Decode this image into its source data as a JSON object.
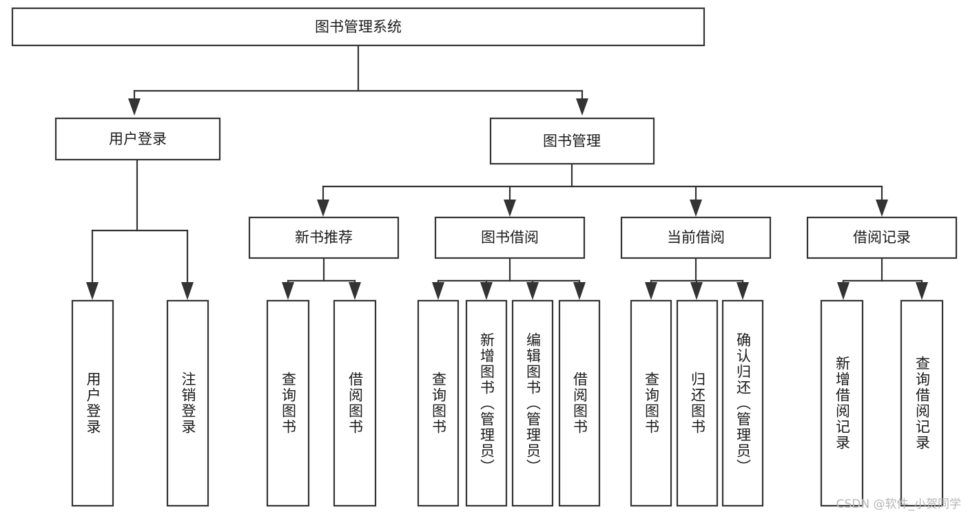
{
  "diagram": {
    "type": "tree",
    "title": "图书管理系统",
    "watermark": "CSDN @软件_小贺同学",
    "colors": {
      "box_stroke": "#333333",
      "box_fill": "#ffffff",
      "text": "#1a1a1a",
      "background": "#ffffff",
      "watermark": "#b6b6b6"
    },
    "levels": {
      "root": {
        "label": "图书管理系统"
      },
      "level2": [
        {
          "label": "用户登录"
        },
        {
          "label": "图书管理"
        }
      ],
      "level3": [
        {
          "label": "新书推荐"
        },
        {
          "label": "图书借阅"
        },
        {
          "label": "当前借阅"
        },
        {
          "label": "借阅记录"
        }
      ],
      "leaves": [
        {
          "label": "用户登录",
          "parent": "用户登录"
        },
        {
          "label": "注销登录",
          "parent": "用户登录"
        },
        {
          "label": "查询图书",
          "parent": "新书推荐"
        },
        {
          "label": "借阅图书",
          "parent": "新书推荐"
        },
        {
          "label": "查询图书",
          "parent": "图书借阅"
        },
        {
          "label": "新增图书（管理员）",
          "parent": "图书借阅"
        },
        {
          "label": "编辑图书（管理员）",
          "parent": "图书借阅"
        },
        {
          "label": "借阅图书",
          "parent": "图书借阅"
        },
        {
          "label": "查询图书",
          "parent": "当前借阅"
        },
        {
          "label": "归还图书",
          "parent": "当前借阅"
        },
        {
          "label": "确认归还（管理员）",
          "parent": "当前借阅"
        },
        {
          "label": "新增借阅记录",
          "parent": "借阅记录"
        },
        {
          "label": "查询借阅记录",
          "parent": "借阅记录"
        }
      ]
    }
  }
}
